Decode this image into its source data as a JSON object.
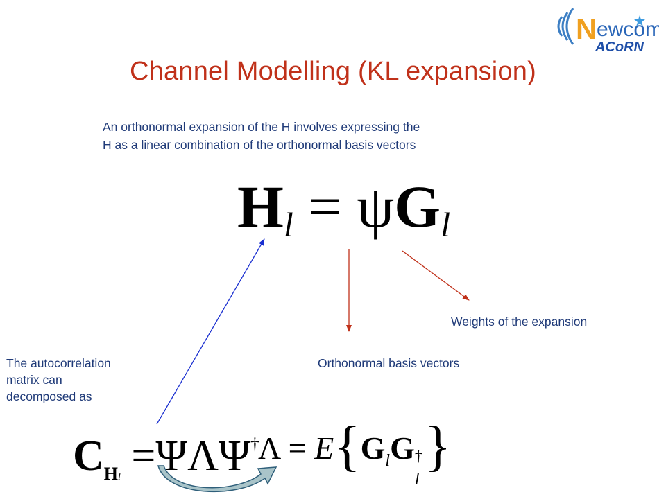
{
  "logo": {
    "text_main": "ewcom",
    "text_sub": "ACoRN",
    "icon": "newcom-acorn-logo"
  },
  "slide": {
    "title": "Channel Modelling (KL expansion)",
    "intro_line1": "An orthonormal expansion of the H involves expressing the",
    "intro_line2": "H as a linear combination of the orthonormal basis vectors",
    "label_weights": "Weights of the expansion",
    "label_basis": "Orthonormal basis vectors",
    "label_autocorr_line1": "The autocorrelation",
    "label_autocorr_line2": "matrix can",
    "label_autocorr_line3": "decomposed as"
  },
  "equations": {
    "main": {
      "lhs": "H",
      "lhs_sub": "l",
      "equals": "=",
      "psi": "ψ",
      "g": "G",
      "g_sub": "l"
    },
    "autocorr": {
      "c": "C",
      "c_sub": "H",
      "c_sub_sub": "l",
      "equals": "=",
      "rhs": "ΨΛΨ",
      "dagger": "†"
    },
    "lambda": {
      "lhs": "Λ",
      "equals": "=",
      "expect": "E",
      "open_brace": "{",
      "g1": "G",
      "g1_sub": "l",
      "g2": "G",
      "g2_sup": "†",
      "g2_sub": "l",
      "close_brace": "}"
    }
  },
  "colors": {
    "title": "#c0311a",
    "text": "#1f3a78",
    "arrow_red": "#c0311a",
    "arrow_blue": "#1a2fd0",
    "curved_arrow_fill": "#a9c4c9",
    "curved_arrow_stroke": "#2f5f7a"
  }
}
